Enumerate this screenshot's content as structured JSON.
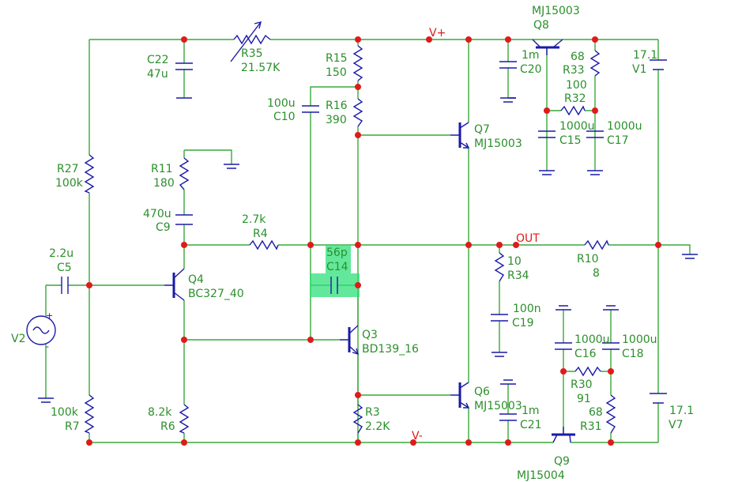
{
  "components": {
    "C22": {
      "name": "C22",
      "value": "47u"
    },
    "R35": {
      "name": "R35",
      "value": "21.57K"
    },
    "R15": {
      "name": "R15",
      "value": "150"
    },
    "R16": {
      "name": "R16",
      "value": "390"
    },
    "C10": {
      "name": "C10",
      "value": "100u"
    },
    "R27": {
      "name": "R27",
      "value": "100k"
    },
    "R11": {
      "name": "R11",
      "value": "180"
    },
    "C9": {
      "name": "C9",
      "value": "470u"
    },
    "R4": {
      "name": "R4",
      "value": "2.7k"
    },
    "C14": {
      "name": "C14",
      "value": "56p"
    },
    "C5": {
      "name": "C5",
      "value": "2.2u"
    },
    "Q4": {
      "name": "Q4",
      "value": "BC327_40"
    },
    "Q3": {
      "name": "Q3",
      "value": "BD139_16"
    },
    "V2": {
      "name": "V2"
    },
    "R7": {
      "name": "R7",
      "value": "100k"
    },
    "R6": {
      "name": "R6",
      "value": "8.2k"
    },
    "R3": {
      "name": "R3",
      "value": "2.2K"
    },
    "Q8": {
      "name": "Q8",
      "value": "MJ15003"
    },
    "C20": {
      "name": "C20",
      "value": "1m"
    },
    "R33": {
      "name": "R33",
      "value": "68"
    },
    "R32": {
      "name": "R32",
      "value": "100"
    },
    "C15": {
      "name": "C15",
      "value": "1000u"
    },
    "C17": {
      "name": "C17",
      "value": "1000u"
    },
    "V1": {
      "name": "V1",
      "value": "17.1"
    },
    "Q7": {
      "name": "Q7",
      "value": "MJ15003"
    },
    "R34": {
      "name": "R34",
      "value": "10"
    },
    "C19": {
      "name": "C19",
      "value": "100n"
    },
    "R10": {
      "name": "R10",
      "value": "8"
    },
    "Q6": {
      "name": "Q6",
      "value": "MJ15003"
    },
    "C21": {
      "name": "C21",
      "value": "1m"
    },
    "C16": {
      "name": "C16",
      "value": "1000u"
    },
    "C18": {
      "name": "C18",
      "value": "1000u"
    },
    "R30": {
      "name": "R30",
      "value": "91"
    },
    "R31": {
      "name": "R31",
      "value": "68"
    },
    "Q9": {
      "name": "Q9",
      "value": "MJ15004"
    },
    "V7": {
      "name": "V7",
      "value": "17.1"
    }
  },
  "nets": {
    "vplus": "V+",
    "vminus": "V-",
    "out": "OUT"
  },
  "colors": {
    "wire": "#3aa83a",
    "symbol": "#1a1aa8",
    "label": "#2b8f2b",
    "node": "#e01a1a",
    "highlight": "#2fe07a"
  }
}
